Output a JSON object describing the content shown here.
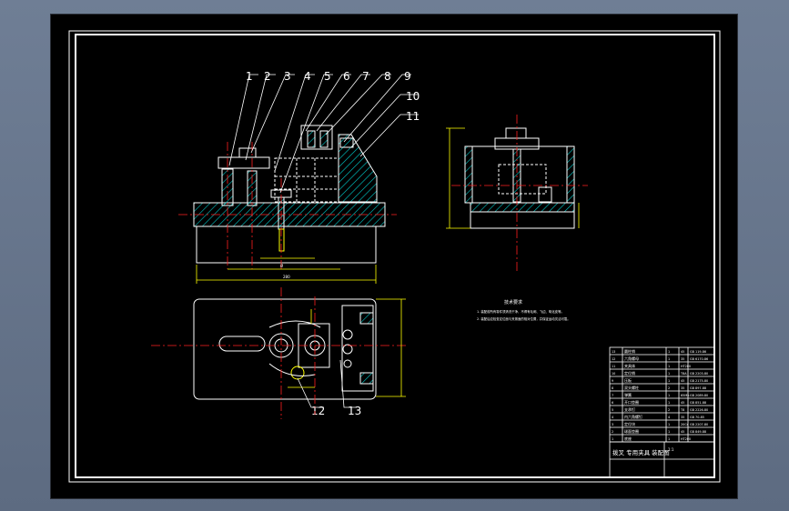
{
  "drawing": {
    "background": "#000000",
    "line_color": "#ffffff",
    "hatch_color": "#00c8c8",
    "center_color": "#ff2020",
    "dim_color": "#ffff00",
    "part_balloons": [
      "1",
      "2",
      "3",
      "4",
      "5",
      "6",
      "7",
      "8",
      "9",
      "10",
      "11",
      "12",
      "13"
    ],
    "tech_req_title": "技术要求",
    "tech_req_line1": "1. 装配前所有零件须清洗干净，不得有毛刺、飞边、氧化皮等。",
    "tech_req_line2": "2. 装配后应检查定位面与夹紧面的相对位置，并保证运动灵活可靠。",
    "title_block_name": "拨叉 专用夹具 装配图",
    "title_block_scale": "1:1",
    "bom_rows": [
      [
        "13",
        "圆柱销",
        "1",
        "45",
        "GB 119-86"
      ],
      [
        "12",
        "六角螺母",
        "1",
        "35",
        "GB 6170-86"
      ],
      [
        "11",
        "夹具体",
        "1",
        "HT200",
        ""
      ],
      [
        "10",
        "定位销",
        "1",
        "T8A",
        "GB 2203-80"
      ],
      [
        "9",
        "压板",
        "1",
        "45",
        "GB 2175-80"
      ],
      [
        "8",
        "双头螺柱",
        "2",
        "35",
        "GB 897-88"
      ],
      [
        "7",
        "弹簧",
        "1",
        "65Mn",
        "GB 2089-80"
      ],
      [
        "6",
        "开口垫圈",
        "1",
        "45",
        "GB 851-88"
      ],
      [
        "5",
        "支承钉",
        "2",
        "T8",
        "GB 2226-80"
      ],
      [
        "4",
        "内六角螺钉",
        "4",
        "35",
        "GB 70-85"
      ],
      [
        "3",
        "定位块",
        "1",
        "20Cr",
        "GB 2207-80"
      ],
      [
        "2",
        "球面垫圈",
        "1",
        "45",
        "GB 849-88"
      ],
      [
        "1",
        "底座",
        "1",
        "HT200",
        ""
      ]
    ]
  }
}
